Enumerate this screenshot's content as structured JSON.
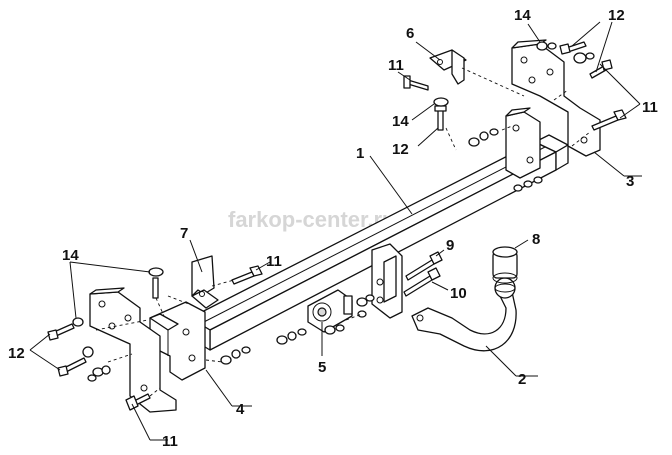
{
  "watermark": "farkop-center.ru",
  "callouts": [
    {
      "id": "c1",
      "text": "1"
    },
    {
      "id": "c2",
      "text": "2"
    },
    {
      "id": "c3",
      "text": "3"
    },
    {
      "id": "c4",
      "text": "4"
    },
    {
      "id": "c5",
      "text": "5"
    },
    {
      "id": "c6",
      "text": "6"
    },
    {
      "id": "c7",
      "text": "7"
    },
    {
      "id": "c8",
      "text": "8"
    },
    {
      "id": "c9",
      "text": "9"
    },
    {
      "id": "c10",
      "text": "10"
    },
    {
      "id": "c11a",
      "text": "11"
    },
    {
      "id": "c11b",
      "text": "11"
    },
    {
      "id": "c11c",
      "text": "11"
    },
    {
      "id": "c11d",
      "text": "11"
    },
    {
      "id": "c12a",
      "text": "12"
    },
    {
      "id": "c12b",
      "text": "12"
    },
    {
      "id": "c12c",
      "text": "12"
    },
    {
      "id": "c14a",
      "text": "14"
    },
    {
      "id": "c14b",
      "text": "14"
    },
    {
      "id": "c14c",
      "text": "14"
    }
  ]
}
